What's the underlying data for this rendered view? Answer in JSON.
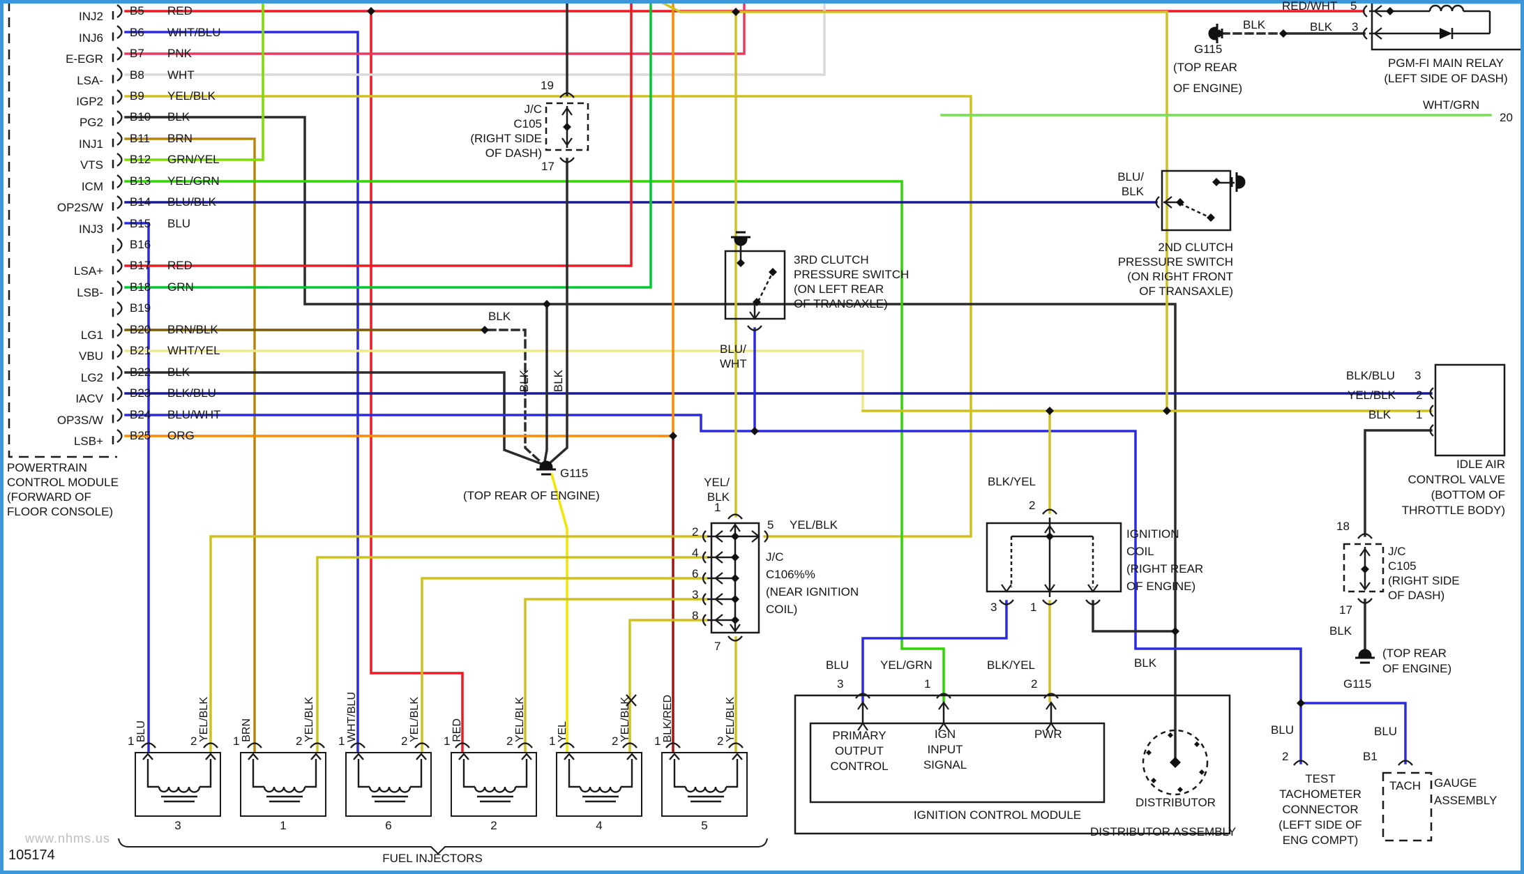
{
  "frame_color": "#3b97d9",
  "watermark": "www.nhms.us",
  "doc_number": "105174",
  "wire_colors": {
    "RED": "#ee1a23",
    "PNK": "#e63a5f",
    "WHT": "#d9d9d9",
    "YEL/BLK": "#cfc020",
    "BLK": "#2b2b2b",
    "BRN": "#b8860b",
    "GRN/YEL": "#7ddc00",
    "YEL/GRN": "#2fd500",
    "BLU/BLK": "#1a1a99",
    "BLU": "#2a2ae0",
    "GRN": "#00c832",
    "BRN/BLK": "#7a5c00",
    "WHT/YEL": "#efe98e",
    "BLK/BLU": "#1a1a99",
    "BLU/WHT": "#2a2ae0",
    "ORG": "#ff8a00",
    "YEL": "#f2e600",
    "BLK/RED": "#a51212",
    "WHT/GRN": "#77dd55"
  },
  "pcm": {
    "title": "POWERTRAIN\nCONTROL MODULE\n(FORWARD OF\nFLOOR CONSOLE)",
    "pins": [
      {
        "id": "B5",
        "wire": "RED",
        "signal": "INJ2"
      },
      {
        "id": "B6",
        "wire": "WHT/BLU",
        "signal": "INJ6"
      },
      {
        "id": "B7",
        "wire": "PNK",
        "signal": "E-EGR"
      },
      {
        "id": "B8",
        "wire": "WHT",
        "signal": "LSA-"
      },
      {
        "id": "B9",
        "wire": "YEL/BLK",
        "signal": "IGP2"
      },
      {
        "id": "B10",
        "wire": "BLK",
        "signal": "PG2"
      },
      {
        "id": "B11",
        "wire": "BRN",
        "signal": "INJ1"
      },
      {
        "id": "B12",
        "wire": "GRN/YEL",
        "signal": "VTS"
      },
      {
        "id": "B13",
        "wire": "YEL/GRN",
        "signal": "ICM"
      },
      {
        "id": "B14",
        "wire": "BLU/BLK",
        "signal": "OP2S/W"
      },
      {
        "id": "B15",
        "wire": "BLU",
        "signal": "INJ3"
      },
      {
        "id": "B16",
        "wire": "",
        "signal": ""
      },
      {
        "id": "B17",
        "wire": "RED",
        "signal": "LSA+"
      },
      {
        "id": "B18",
        "wire": "GRN",
        "signal": "LSB-"
      },
      {
        "id": "B19",
        "wire": "",
        "signal": ""
      },
      {
        "id": "B20",
        "wire": "BRN/BLK",
        "signal": "LG1"
      },
      {
        "id": "B21",
        "wire": "WHT/YEL",
        "signal": "VBU"
      },
      {
        "id": "B22",
        "wire": "BLK",
        "signal": "LG2"
      },
      {
        "id": "B23",
        "wire": "BLK/BLU",
        "signal": "IACV"
      },
      {
        "id": "B24",
        "wire": "BLU/WHT",
        "signal": "OP3S/W"
      },
      {
        "id": "B25",
        "wire": "ORG",
        "signal": "LSB+"
      }
    ]
  },
  "jc_top": {
    "pin_above": "19",
    "pin_below": "17",
    "name": "J/C\nC105\n(RIGHT SIDE\nOF DASH)"
  },
  "g115_mid": {
    "branch_label": "BLK",
    "riser1": "BLK",
    "riser2": "BLK",
    "id": "G115",
    "location": "(TOP REAR OF ENGINE)"
  },
  "relay": {
    "name": "PGM-FI MAIN RELAY\n(LEFT SIDE OF DASH)",
    "pin5_wire": "RED/WHT",
    "pin5": "5",
    "pin3_wire": "BLK",
    "pin3": "3",
    "ground_wire": "BLK",
    "ground_id": "G115",
    "ground_location": "(TOP REAR\nOF ENGINE)"
  },
  "whtgrn": {
    "wire": "WHT/GRN",
    "pin": "20"
  },
  "clutch2": {
    "wire": "BLU/\nBLK",
    "name": "2ND CLUTCH\nPRESSURE SWITCH\n(ON RIGHT FRONT\nOF TRANSAXLE)"
  },
  "clutch3": {
    "wire": "BLU/\nWHT",
    "name": "3RD CLUTCH\nPRESSURE SWITCH\n(ON LEFT REAR\nOF TRANSAXLE)"
  },
  "c106": {
    "name": "J/C\nC106%%\n(NEAR IGNITION\nCOIL)",
    "pin_top": "1",
    "top_wire": "YEL/\nBLK",
    "pin_right": "5",
    "right_wire": "YEL/BLK",
    "left_pins": "2\n4\n6\n3\n8",
    "pin_bottom": "7"
  },
  "coil": {
    "name": "IGNITION\nCOIL\n(RIGHT REAR\nOF ENGINE)",
    "top_wire": "BLK/YEL",
    "pin_top": "2",
    "pin_bottom_left": "3",
    "pin_bottom_mid": "1"
  },
  "icm": {
    "pin3_wire": "BLU",
    "pin3": "3",
    "pin1_wire": "YEL/GRN",
    "pin1": "1",
    "pin2_wire": "BLK/YEL",
    "pin2": "2",
    "block1": "PRIMARY\nOUTPUT\nCONTROL",
    "block2": "IGN\nINPUT\nSIGNAL",
    "block3": "PWR",
    "label": "IGNITION CONTROL MODULE"
  },
  "distributor": {
    "label": "DISTRIBUTOR",
    "wire": "BLK",
    "assembly": "DISTRIBUTOR ASSEMBLY"
  },
  "iacv": {
    "pin3_wire": "BLK/BLU",
    "pin3": "3",
    "pin2_wire": "YEL/BLK",
    "pin2": "2",
    "pin1_wire": "BLK",
    "pin1": "1",
    "name": "IDLE AIR\nCONTROL VALVE\n(BOTTOM OF\nTHROTTLE BODY)"
  },
  "jc_right": {
    "pin_above": "18",
    "pin_below": "17",
    "name": "J/C\nC105\n(RIGHT SIDE\nOF DASH)",
    "wire": "BLK",
    "ground_location": "(TOP REAR\nOF ENGINE)",
    "ground_id": "G115"
  },
  "tach_conn": {
    "wire": "BLU",
    "pin": "2",
    "name": "TEST\nTACHOMETER\nCONNECTOR\n(LEFT SIDE OF\nENG COMPT)"
  },
  "gauge": {
    "wire": "BLU",
    "pin": "B1",
    "gauge_label": "TACH",
    "name": "GAUGE\nASSEMBLY"
  },
  "injectors": {
    "pin1": "1",
    "pin2": "2",
    "label": "FUEL INJECTORS",
    "items": [
      {
        "wire1": "BLU",
        "wire2": "YEL/BLK",
        "num": "3"
      },
      {
        "wire1": "BRN",
        "wire2": "YEL/BLK",
        "num": "1"
      },
      {
        "wire1": "WHT/BLU",
        "wire2": "YEL/BLK",
        "num": "6"
      },
      {
        "wire1": "RED",
        "wire2": "YEL/BLK",
        "num": "2"
      },
      {
        "wire1": "YEL",
        "wire2": "YEL/BLK",
        "num": "4"
      },
      {
        "wire1": "BLK/RED",
        "wire2": "YEL/BLK",
        "num": "5"
      }
    ]
  }
}
